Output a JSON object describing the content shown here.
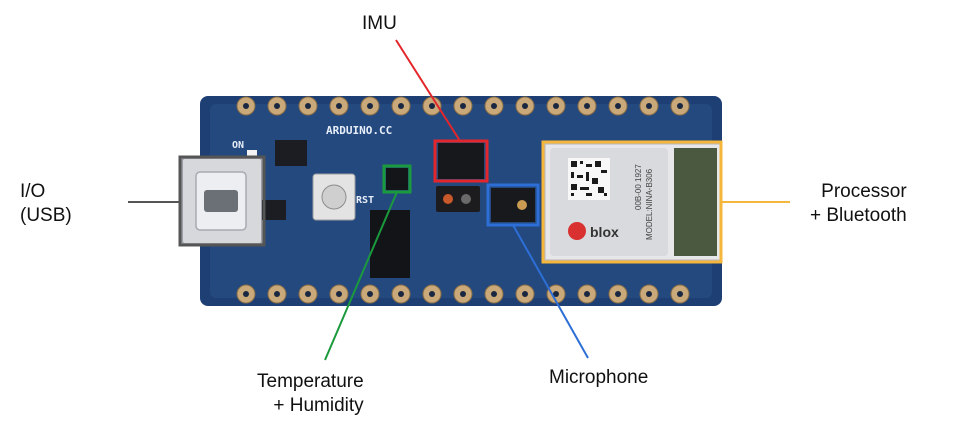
{
  "labels": {
    "imu": "IMU",
    "io": "I/O\n(USB)",
    "processor": "Processor\n+ Bluetooth",
    "temperature": "Temperature\n+ Humidity",
    "microphone": "Microphone"
  },
  "board_text": {
    "silkscreen": "ARDUINO.CC",
    "on": "ON",
    "rst": "RST",
    "module_brand": "blox",
    "module_code": "00B-00 1927",
    "module_model": "MODEL:NINA-B306"
  },
  "colors": {
    "imu": "#e3262b",
    "io": "#555555",
    "processor": "#f4b63b",
    "temperature": "#1a9a3c",
    "microphone": "#2d6fd6",
    "board": "#1d3f74"
  }
}
